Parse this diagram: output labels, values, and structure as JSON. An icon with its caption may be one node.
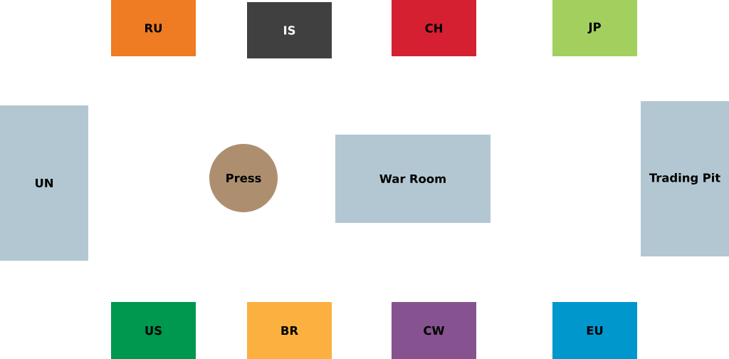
{
  "diagram": {
    "nodes": [
      {
        "text": [
          "RU"
        ]
      },
      {
        "text": [
          "IS"
        ]
      },
      {
        "text": [
          "CH"
        ]
      },
      {
        "text": [
          "JP"
        ]
      },
      {
        "text": [
          "UN"
        ]
      },
      {
        "text": [
          "Press"
        ]
      },
      {
        "text": [
          "War Room"
        ]
      },
      {
        "text": [
          "Trading Pit"
        ]
      },
      {
        "text": [
          "US"
        ]
      },
      {
        "text": [
          "BR"
        ]
      },
      {
        "text": [
          "CW"
        ]
      },
      {
        "text": [
          "EU"
        ]
      }
    ]
  }
}
